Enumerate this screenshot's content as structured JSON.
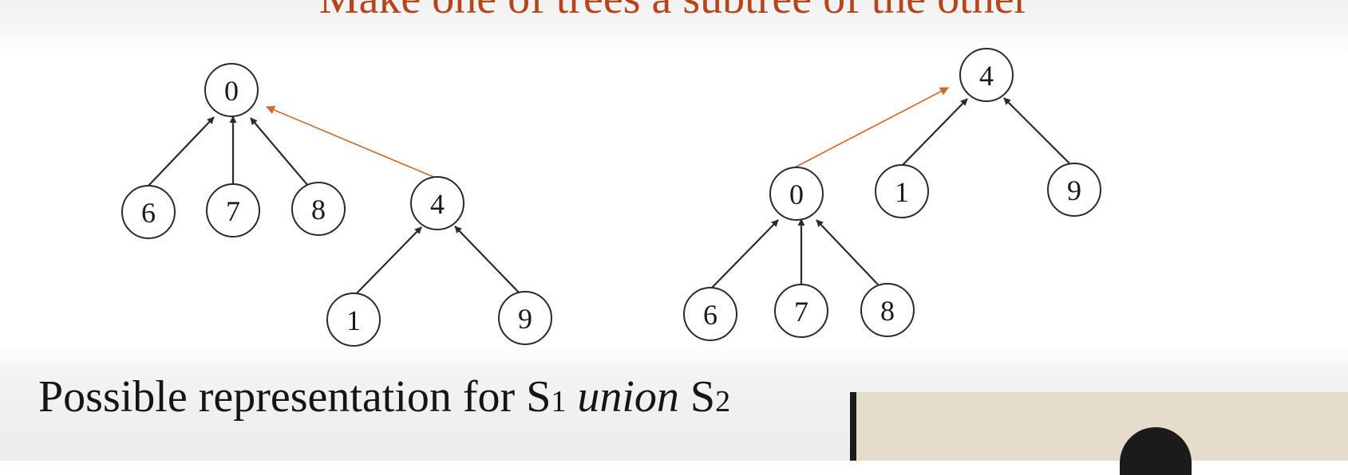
{
  "slide": {
    "heading": "Make one of trees a subtree of the other",
    "caption": {
      "prefix": "Possible representation for S",
      "sub1": "1",
      "italic": "union",
      "s2": "S",
      "sub2": "2"
    }
  },
  "diagram": {
    "left_tree": {
      "nodes": {
        "root": "0",
        "child_6": "6",
        "child_7": "7",
        "child_8": "8",
        "subroot": "4",
        "child_1": "1",
        "child_9": "9"
      }
    },
    "right_tree": {
      "nodes": {
        "root": "4",
        "subroot": "0",
        "child_1": "1",
        "child_9": "9",
        "child_6": "6",
        "child_7": "7",
        "child_8": "8"
      }
    }
  },
  "colors": {
    "heading": "#b5451b",
    "union_link": "#d0672f",
    "text": "#151515"
  }
}
